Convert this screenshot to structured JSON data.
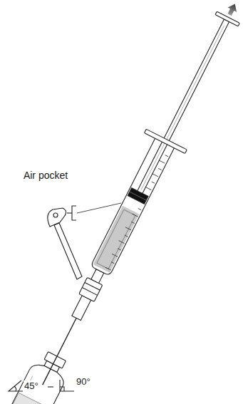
{
  "diagram": {
    "labels": [
      "Air pocket",
      "45°",
      "90°"
    ]
  }
}
